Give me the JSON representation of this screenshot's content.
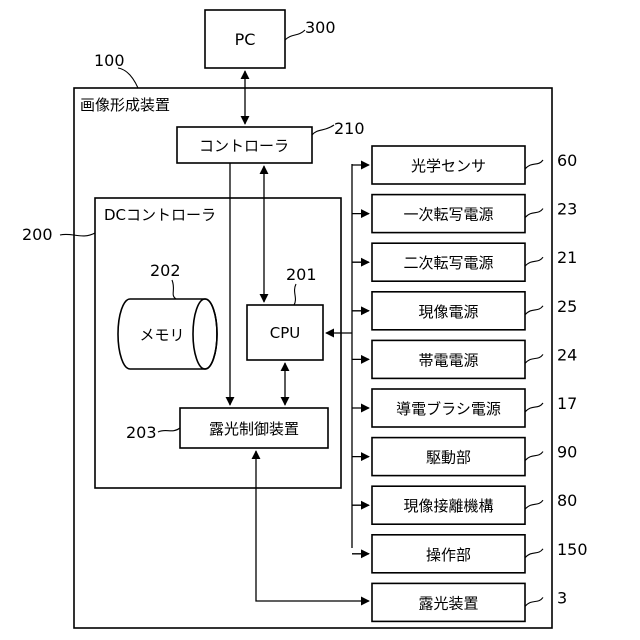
{
  "outer_frame": {
    "ref": "100",
    "label": "画像形成装置"
  },
  "pc": {
    "label": "PC",
    "ref": "300"
  },
  "controller": {
    "label": "コントローラ",
    "ref": "210"
  },
  "dc_controller": {
    "label": "DCコントローラ",
    "ref": "200"
  },
  "memory": {
    "label": "メモリ",
    "ref": "202"
  },
  "cpu": {
    "label": "CPU",
    "ref": "201"
  },
  "exposure_control": {
    "label": "露光制御装置",
    "ref": "203"
  },
  "peripherals": [
    {
      "label": "光学センサ",
      "ref": "60"
    },
    {
      "label": "一次転写電源",
      "ref": "23"
    },
    {
      "label": "二次転写電源",
      "ref": "21"
    },
    {
      "label": "現像電源",
      "ref": "25"
    },
    {
      "label": "帯電電源",
      "ref": "24"
    },
    {
      "label": "導電ブラシ電源",
      "ref": "17"
    },
    {
      "label": "駆動部",
      "ref": "90"
    },
    {
      "label": "現像接離機構",
      "ref": "80"
    },
    {
      "label": "操作部",
      "ref": "150"
    },
    {
      "label": "露光装置",
      "ref": "3"
    }
  ]
}
